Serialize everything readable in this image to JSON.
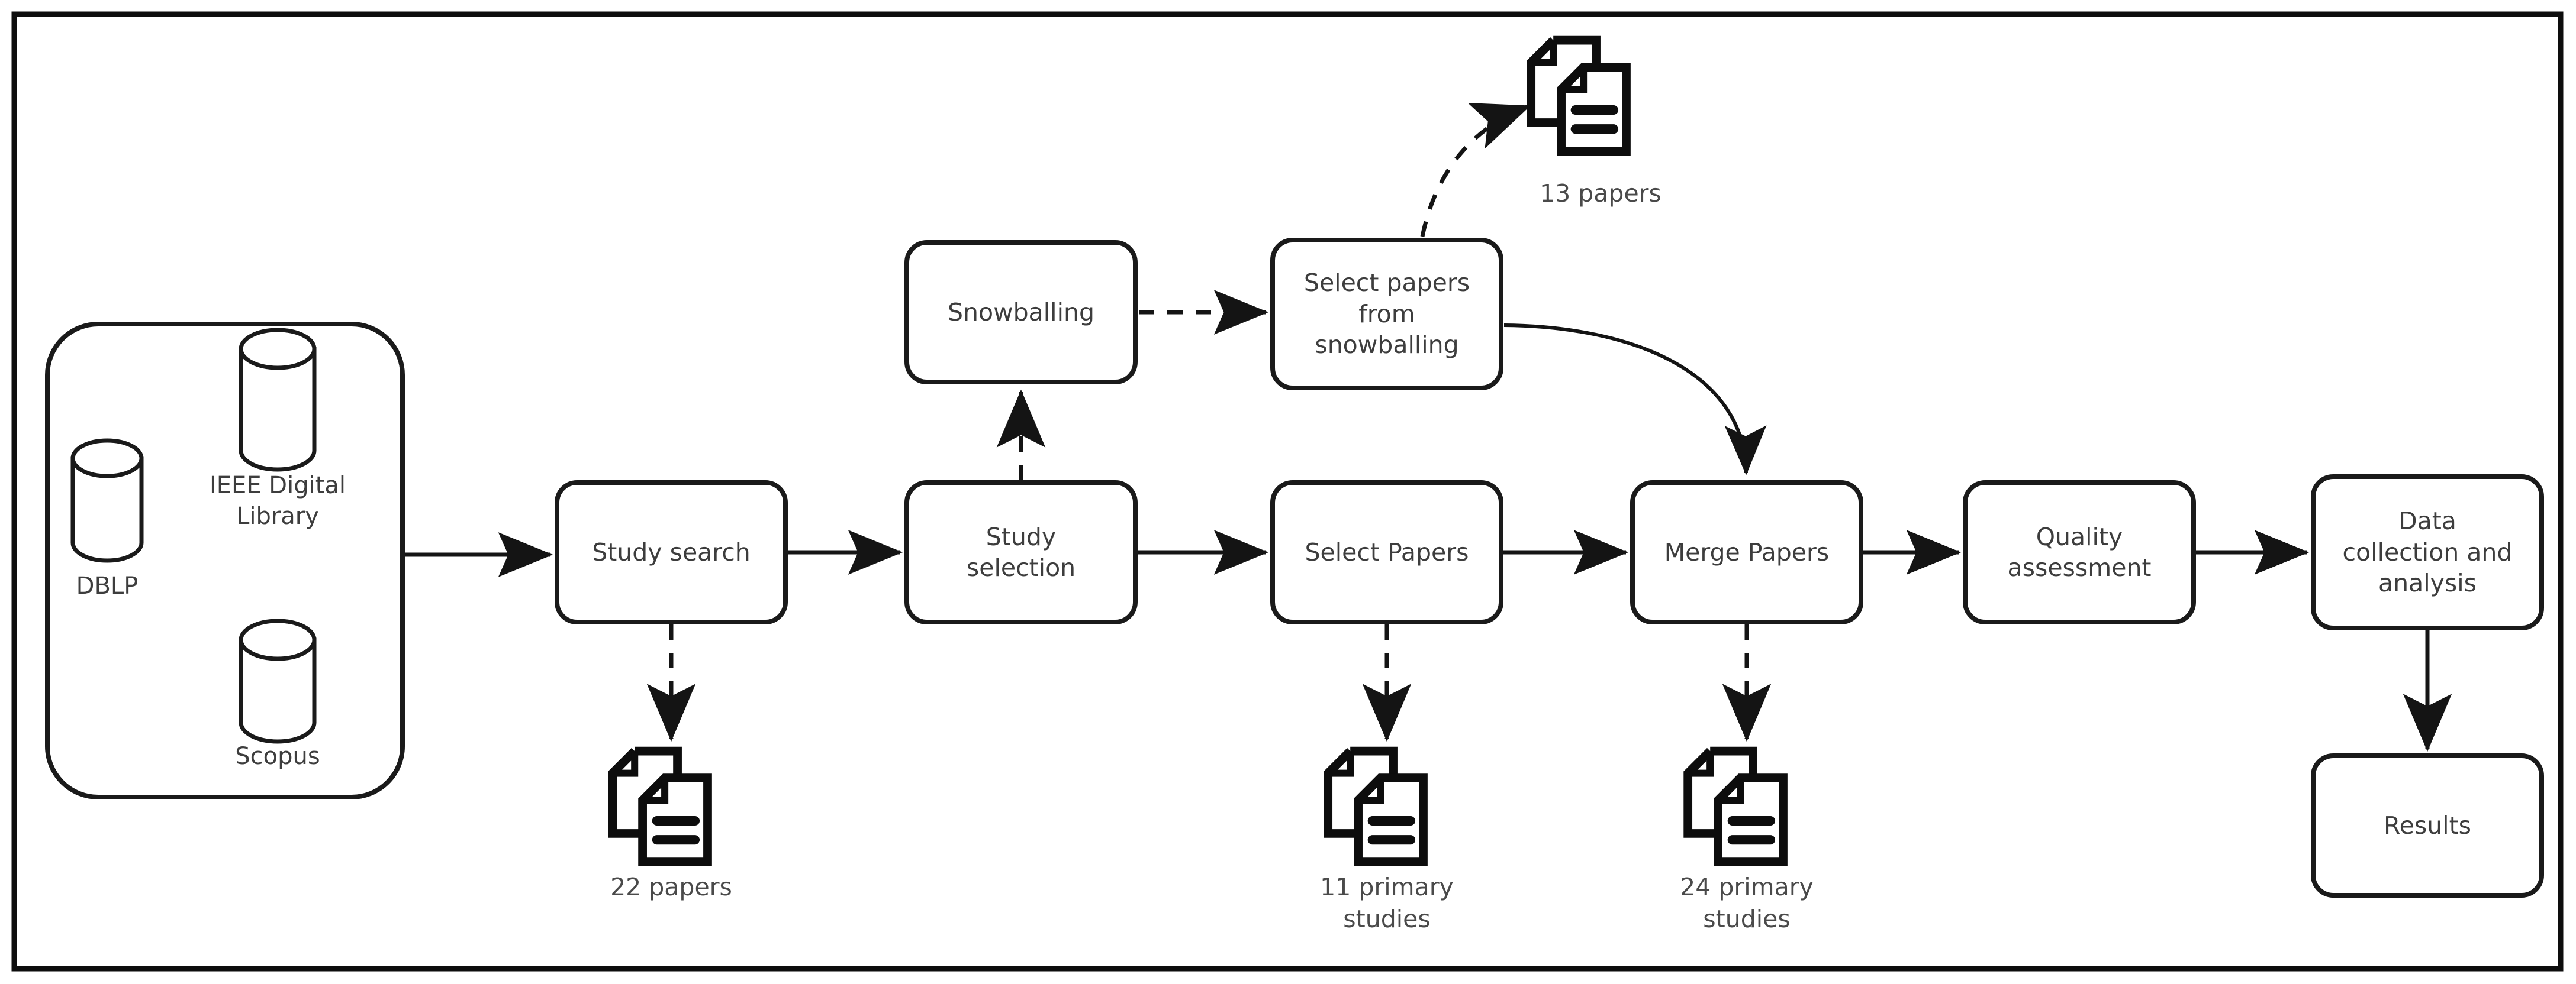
{
  "diagram": {
    "title": "Systematic literature review process flow",
    "colors": {
      "stroke": "#1a1a1a",
      "text": "#3d3d3d",
      "caption_text": "#4a4a4a",
      "background": "#ffffff",
      "border": "#0d0d0d"
    },
    "sources_group": {
      "name": "databases-group",
      "databases": [
        {
          "id": "dblp",
          "label": "DBLP"
        },
        {
          "id": "ieee",
          "label": "IEEE Digital\nLibrary"
        },
        {
          "id": "scopus",
          "label": "Scopus"
        }
      ]
    },
    "process_nodes": [
      {
        "id": "study-search",
        "label": "Study search"
      },
      {
        "id": "snowballing",
        "label": "Snowballing"
      },
      {
        "id": "select-papers-from-snowballing",
        "label": "Select papers\nfrom\nsnowballing"
      },
      {
        "id": "study-selection",
        "label": "Study\nselection"
      },
      {
        "id": "select-papers",
        "label": "Select Papers"
      },
      {
        "id": "merge-papers",
        "label": "Merge Papers"
      },
      {
        "id": "quality-assessment",
        "label": "Quality\nassessment"
      },
      {
        "id": "data-collection-and-analysis",
        "label": "Data\ncollection and\nanalysis"
      },
      {
        "id": "results",
        "label": "Results"
      }
    ],
    "artifacts": [
      {
        "id": "papers-13",
        "icon": "documents-icon",
        "label": "13 papers"
      },
      {
        "id": "papers-22",
        "icon": "documents-icon",
        "label": "22 papers"
      },
      {
        "id": "primary-studies-11",
        "icon": "documents-icon",
        "label": "11 primary\nstudies"
      },
      {
        "id": "primary-studies-24",
        "icon": "documents-icon",
        "label": "24 primary\nstudies"
      }
    ],
    "edges": [
      {
        "from": "databases-group",
        "to": "study-search",
        "style": "solid"
      },
      {
        "from": "study-search",
        "to": "study-selection",
        "style": "solid"
      },
      {
        "from": "study-search",
        "to": "papers-22",
        "style": "dashed"
      },
      {
        "from": "study-selection",
        "to": "snowballing",
        "style": "dashed"
      },
      {
        "from": "study-selection",
        "to": "select-papers",
        "style": "solid"
      },
      {
        "from": "snowballing",
        "to": "select-papers-from-snowballing",
        "style": "dashed"
      },
      {
        "from": "select-papers-from-snowballing",
        "to": "papers-13",
        "style": "dashed"
      },
      {
        "from": "select-papers-from-snowballing",
        "to": "merge-papers",
        "style": "solid-curved"
      },
      {
        "from": "select-papers",
        "to": "merge-papers",
        "style": "solid"
      },
      {
        "from": "select-papers",
        "to": "primary-studies-11",
        "style": "dashed"
      },
      {
        "from": "merge-papers",
        "to": "primary-studies-24",
        "style": "dashed"
      },
      {
        "from": "merge-papers",
        "to": "quality-assessment",
        "style": "solid"
      },
      {
        "from": "quality-assessment",
        "to": "data-collection-and-analysis",
        "style": "solid"
      },
      {
        "from": "data-collection-and-analysis",
        "to": "results",
        "style": "solid"
      }
    ]
  }
}
